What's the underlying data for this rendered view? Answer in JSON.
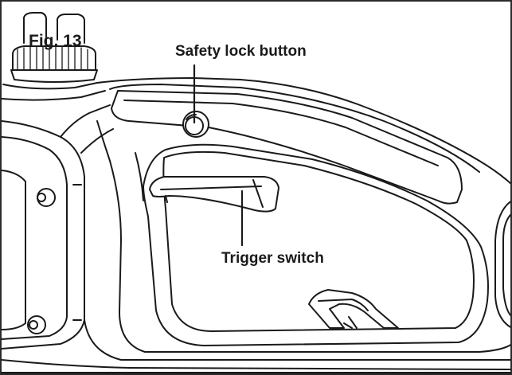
{
  "figure": {
    "fig_label": "Fig. 13",
    "labels": {
      "safety_lock": "Safety lock button",
      "trigger": "Trigger switch"
    }
  },
  "colors": {
    "line": "#1a1a1a",
    "background": "#ffffff",
    "border": "#2b2b2b"
  }
}
